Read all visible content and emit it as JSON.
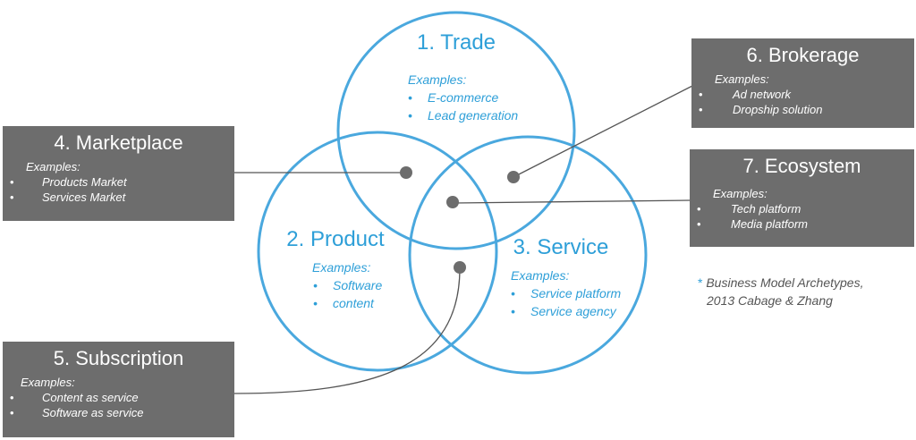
{
  "circles": [
    {
      "title": "1. Trade",
      "examples_label": "Examples:",
      "items": [
        "E-commerce",
        "Lead generation"
      ]
    },
    {
      "title": "2. Product",
      "examples_label": "Examples:",
      "items": [
        "Software",
        "content"
      ]
    },
    {
      "title": "3. Service",
      "examples_label": "Examples:",
      "items": [
        "Service platform",
        "Service agency"
      ]
    }
  ],
  "boxes": {
    "marketplace": {
      "title": "4. Marketplace",
      "examples_label": "Examples:",
      "items": [
        "Products Market",
        "Services Market"
      ]
    },
    "subscription": {
      "title": "5. Subscription",
      "examples_label": "Examples:",
      "items": [
        "Content as service",
        "Software as service"
      ]
    },
    "brokerage": {
      "title": "6. Brokerage",
      "examples_label": "Examples:",
      "items": [
        "Ad network",
        "Dropship  solution"
      ]
    },
    "ecosystem": {
      "title": "7. Ecosystem",
      "examples_label": "Examples:",
      "items": [
        "Tech platform",
        "Media platform"
      ]
    }
  },
  "note": {
    "star": "*",
    "line1": "Business Model Archetypes,",
    "line2": "2013 Cabage & Zhang"
  },
  "colors": {
    "circle": "#4aa8de",
    "circle_text": "#2e9fd8",
    "box": "#6d6d6d",
    "dot": "#6d6d6d",
    "connector": "#555555"
  }
}
